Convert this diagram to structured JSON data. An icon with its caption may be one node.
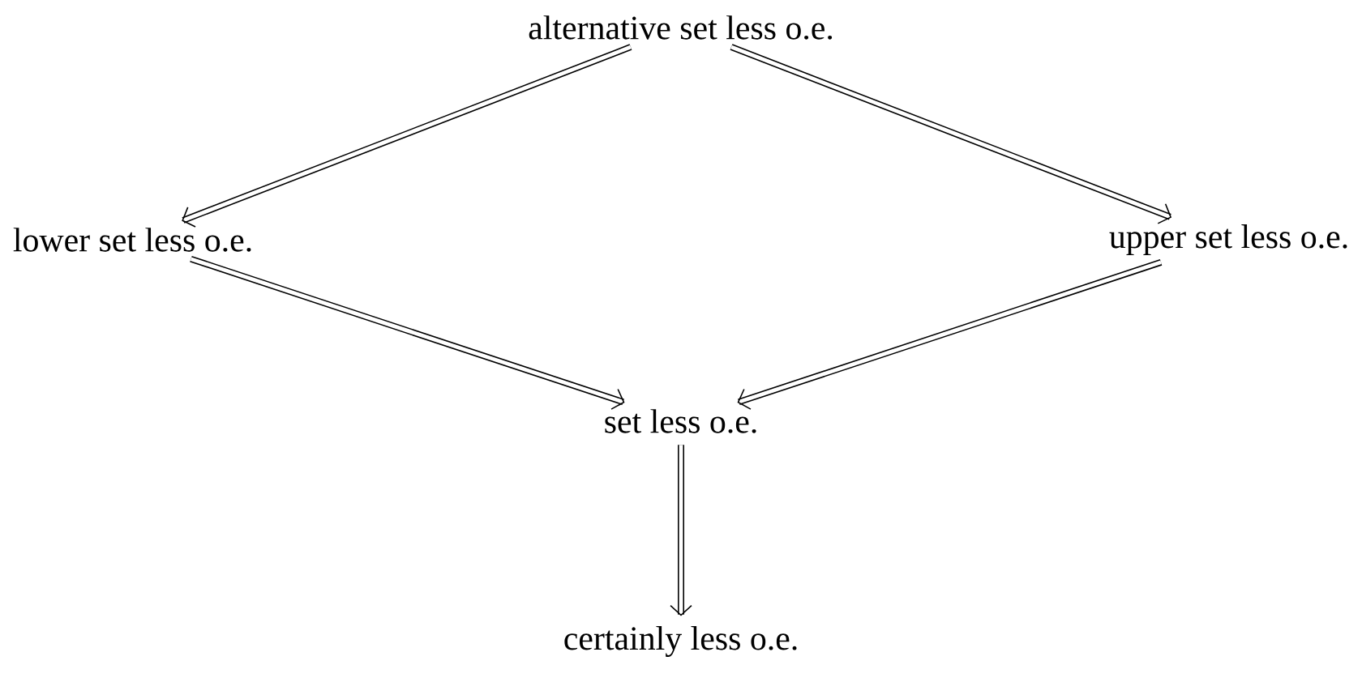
{
  "diagram": {
    "nodes": [
      {
        "text": [
          "alternative set less o.e."
        ]
      },
      {
        "text": [
          "lower set less o.e."
        ]
      },
      {
        "text": [
          "upper set less o.e."
        ]
      },
      {
        "text": [
          "set less o.e."
        ]
      },
      {
        "text": [
          "certainly less o.e."
        ]
      }
    ],
    "edges": [
      {
        "from": 0,
        "to": 1,
        "arrow": "to"
      },
      {
        "from": 0,
        "to": 2,
        "arrow": "to"
      },
      {
        "from": 1,
        "to": 3,
        "arrow": "to"
      },
      {
        "from": 2,
        "to": 3,
        "arrow": "to"
      },
      {
        "from": 3,
        "to": 4,
        "arrow": "to"
      }
    ]
  }
}
